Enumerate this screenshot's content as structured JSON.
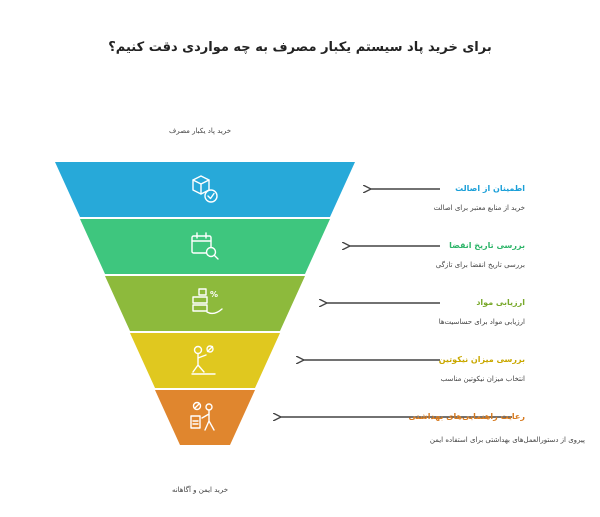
{
  "title": "برای خرید پاد سیستم یکبار مصرف به چه مواردی دقت کنیم؟",
  "top_label": "خرید پاد یکبار مصرف",
  "bottom_label": "خرید ایمن و آگاهانه",
  "stages": [
    {
      "title": "اطمینان از اصالت",
      "desc": "خرید از منابع معتبر برای اصالت",
      "color": "#27a9d9",
      "title_color": "#1a9fd8",
      "icon": "box-check-icon"
    },
    {
      "title": "بررسی تاریخ انقضا",
      "desc": "بررسی تاریخ انقضا برای تازگی",
      "color": "#3ec67e",
      "title_color": "#2fb56a",
      "icon": "calendar-search-icon"
    },
    {
      "title": "ارزیابی مواد",
      "desc": "ارزیابی مواد برای حساسیت‌ها",
      "color": "#8dba3c",
      "title_color": "#79a92c",
      "icon": "ingredients-icon"
    },
    {
      "title": "بررسی میزان نیکوتین",
      "desc": "انتخاب میزان نیکوتین مناسب",
      "color": "#e0c81f",
      "title_color": "#c9a800",
      "icon": "nicotine-person-icon"
    },
    {
      "title": "رعایت راهنمایی‌های بهداشتی",
      "desc": "پیروی از دستورالعمل‌های بهداشتی برای استفاده ایمن",
      "color": "#e0862e",
      "title_color": "#d77a1f",
      "icon": "health-guidelines-icon"
    }
  ]
}
